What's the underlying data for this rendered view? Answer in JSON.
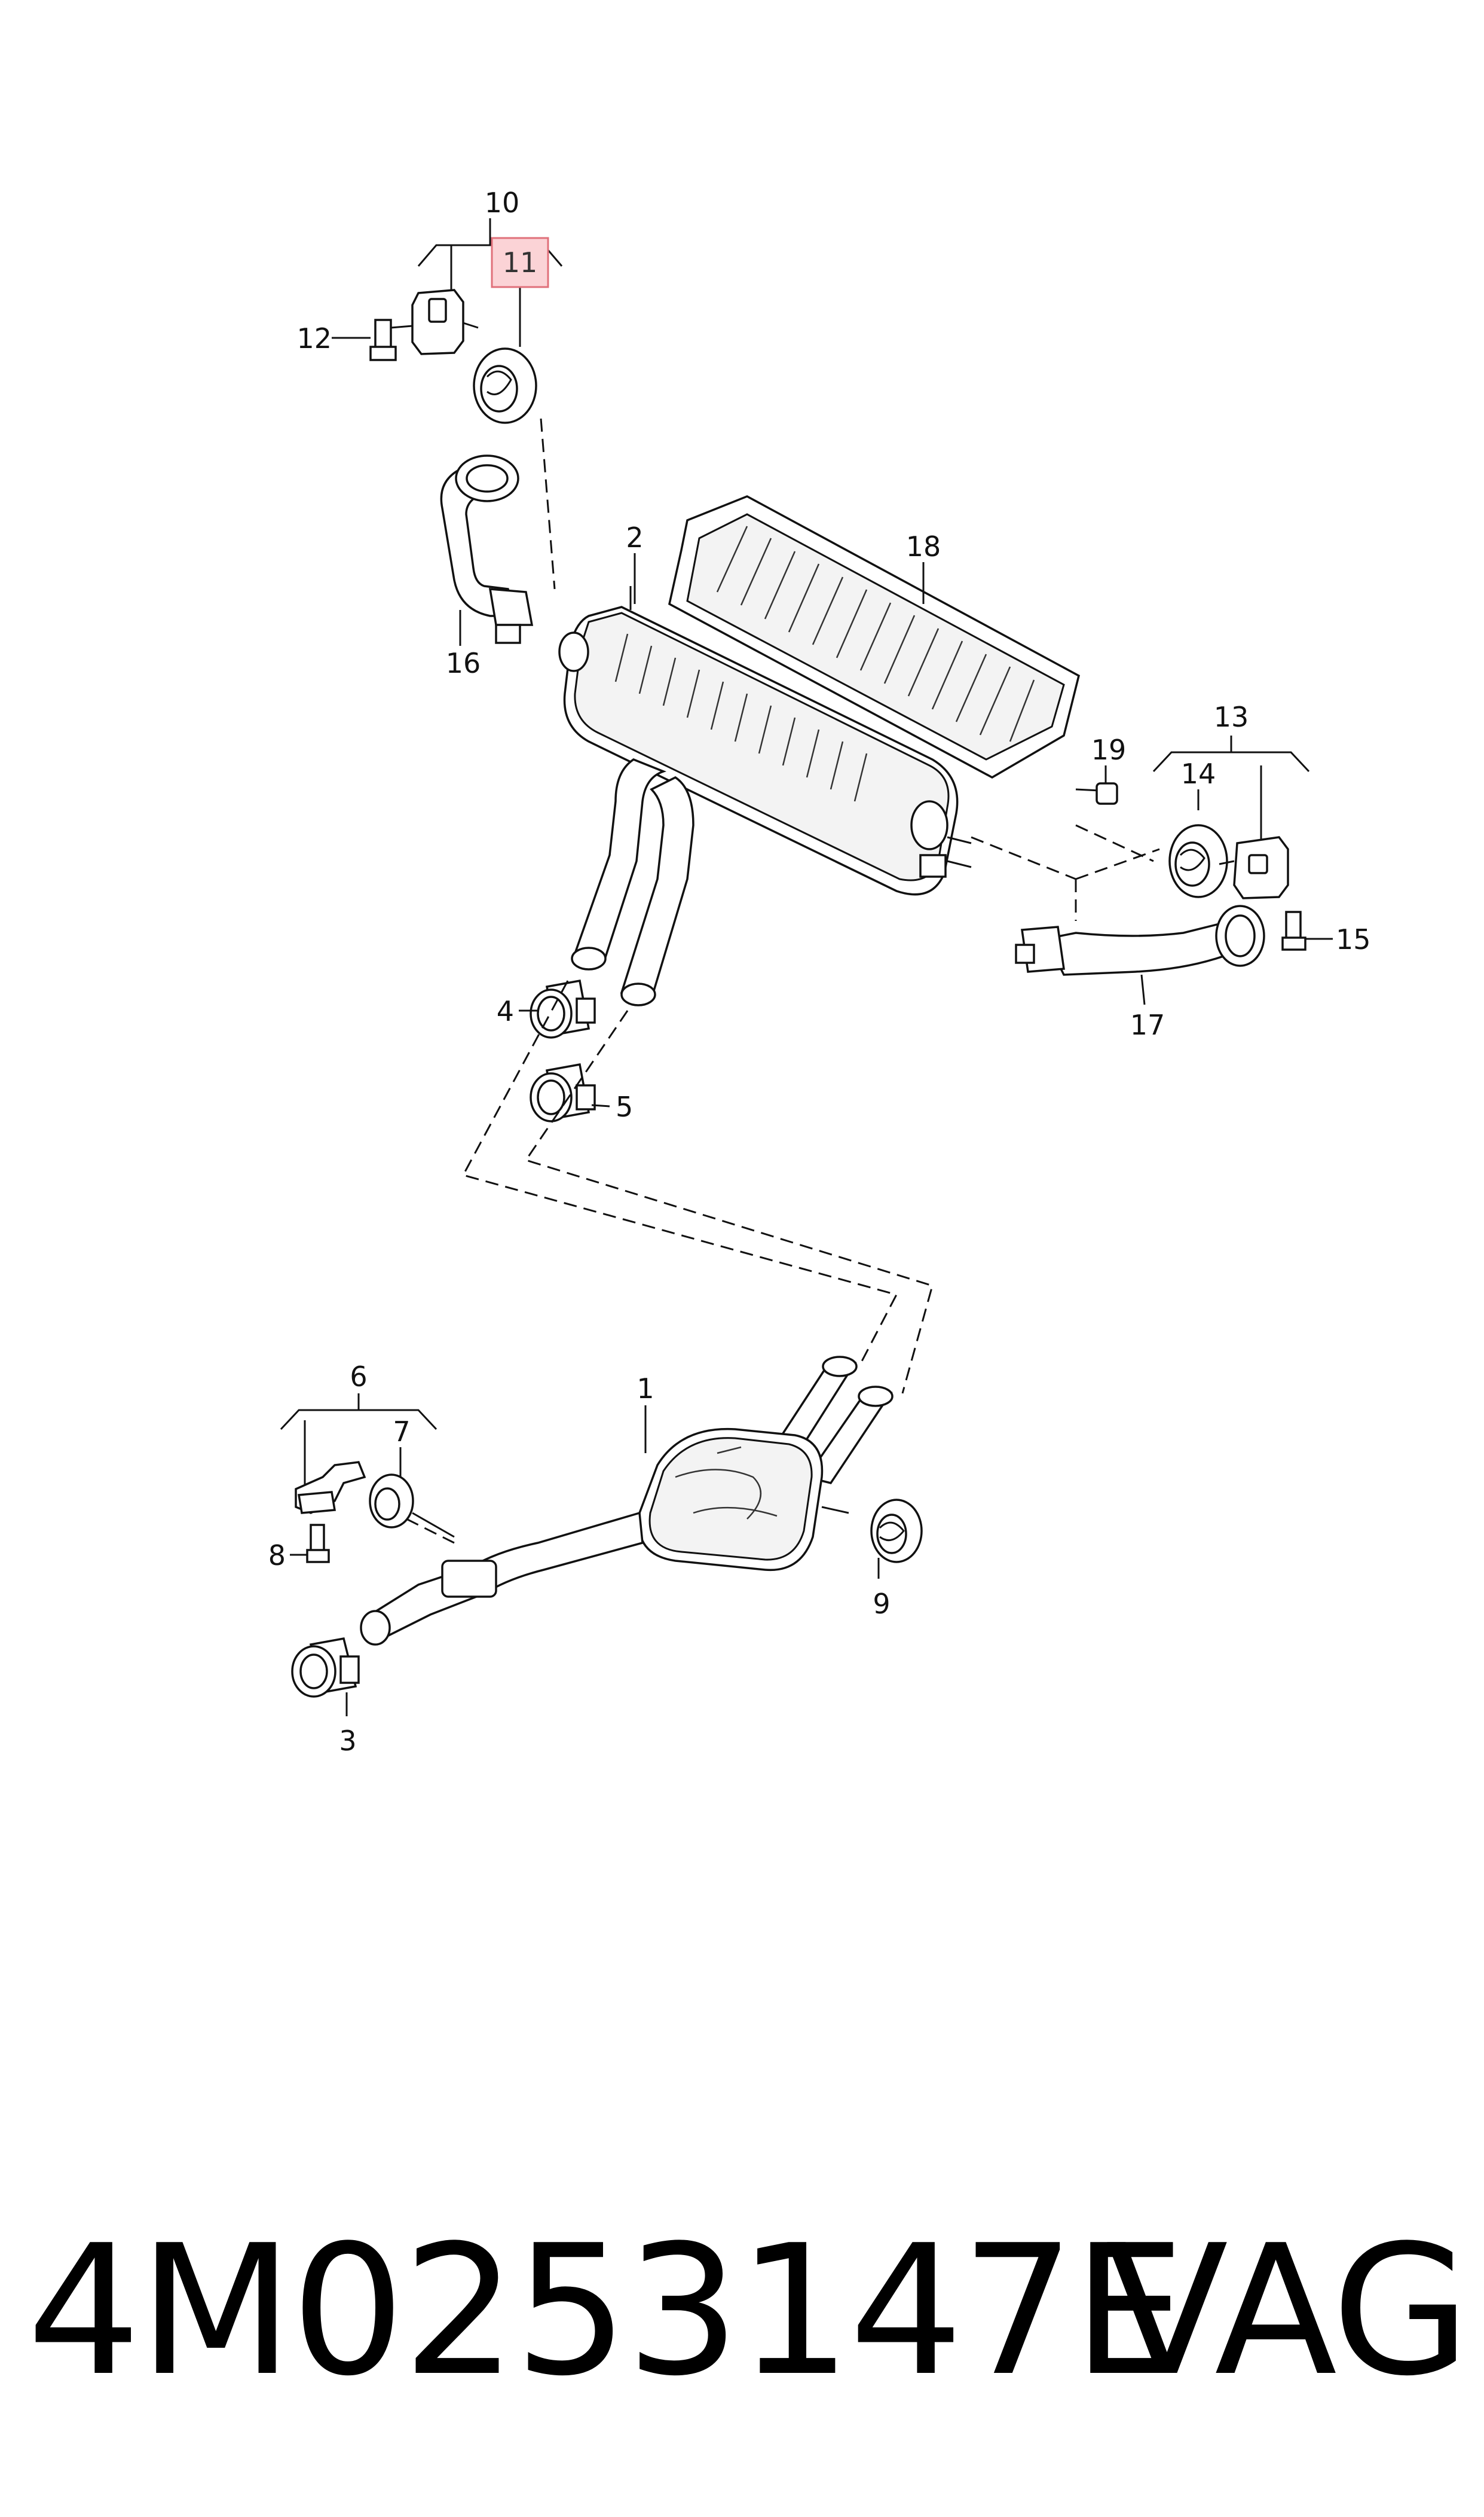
{
  "diagram": {
    "callouts": {
      "c1": "1",
      "c2": "2",
      "c3": "3",
      "c4": "4",
      "c5": "5",
      "c6": "6",
      "c7": "7",
      "c8": "8",
      "c9": "9",
      "c10": "10",
      "c11": "11",
      "c12": "12",
      "c13": "13",
      "c14": "14",
      "c15": "15",
      "c16": "16",
      "c17": "17",
      "c18": "18",
      "c19": "19"
    },
    "highlighted_callout": "11",
    "highlight_color": "#fbd3d6"
  },
  "footer": {
    "part_number": "4M0253147E",
    "brand": "VAG"
  }
}
